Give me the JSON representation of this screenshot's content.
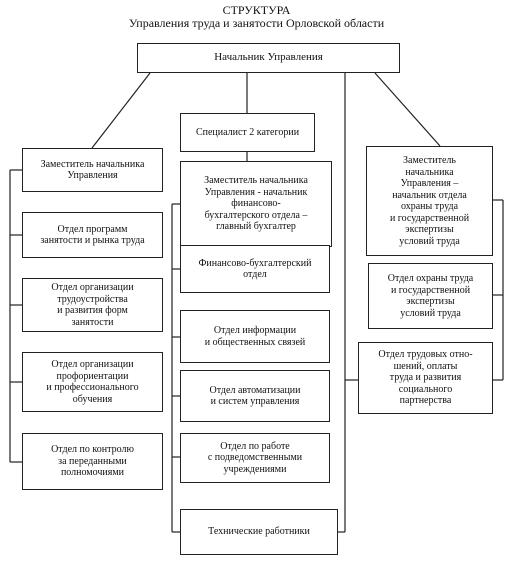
{
  "title": "СТРУКТУРА",
  "subtitle": "Управления  труда и занятости Орловской области",
  "head": "Начальник Управления",
  "left": [
    "Заместитель начальника\nУправления",
    "Отдел программ\nзанятости и рынка труда",
    "Отдел организации\nтрудоустройства\nи развития форм\nзанятости",
    "Отдел организации\nпрофориентации\nи профессионального\nобучения",
    "Отдел по контролю\nза переданными\nполномочиями"
  ],
  "center": [
    "Специалист 2 категории",
    "Заместитель начальника\nУправления - начальник\nфинансово-\nбухгалтерского отдела –\nглавный бухгалтер",
    "Финансово-бухгалтерский\nотдел",
    "Отдел информации\nи общественных связей",
    "Отдел автоматизации\nи систем управления",
    "Отдел по работе\nс подведомственными\nучреждениями",
    "Технические работники"
  ],
  "right": [
    "Заместитель\nначальника\nУправления –\nначальник отдела\nохраны труда\nи государственной\nэкспертизы\nусловий труда",
    "Отдел охраны труда\nи государственной\nэкспертизы\nусловий труда",
    "Отдел трудовых отно-\nшений, оплаты\nтруда и развития\nсоциального\nпартнерства"
  ]
}
